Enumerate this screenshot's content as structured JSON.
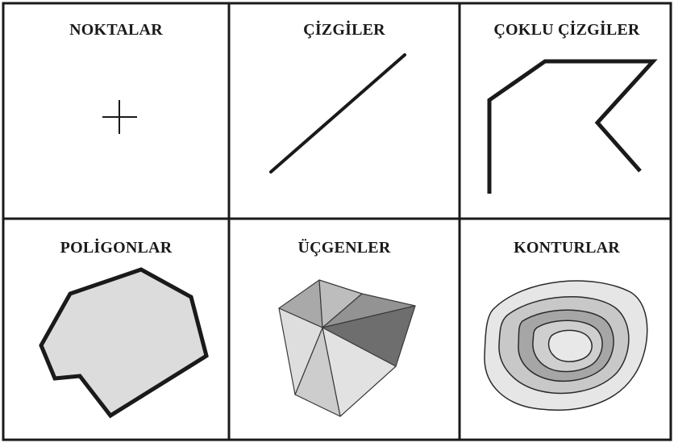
{
  "cells": [
    {
      "label": "NOKTALAR"
    },
    {
      "label": "ÇİZGİLER"
    },
    {
      "label": "ÇOKLU ÇİZGİLER"
    },
    {
      "label": "POLİGONLAR"
    },
    {
      "label": "ÜÇGENLER"
    },
    {
      "label": "KONTURLAR"
    }
  ],
  "colors": {
    "border": "#1a1a1a",
    "polygon_fill": "#dcdcdc",
    "triangle_light": "#e2e2e2",
    "triangle_mid": "#b3b3b3",
    "triangle_dark": "#6e6e6e",
    "contour_1": "#e6e6e6",
    "contour_2": "#c8c8c8",
    "contour_3": "#a6a6a6",
    "contour_4": "#cfcfcf",
    "contour_5": "#e8e8e8"
  }
}
